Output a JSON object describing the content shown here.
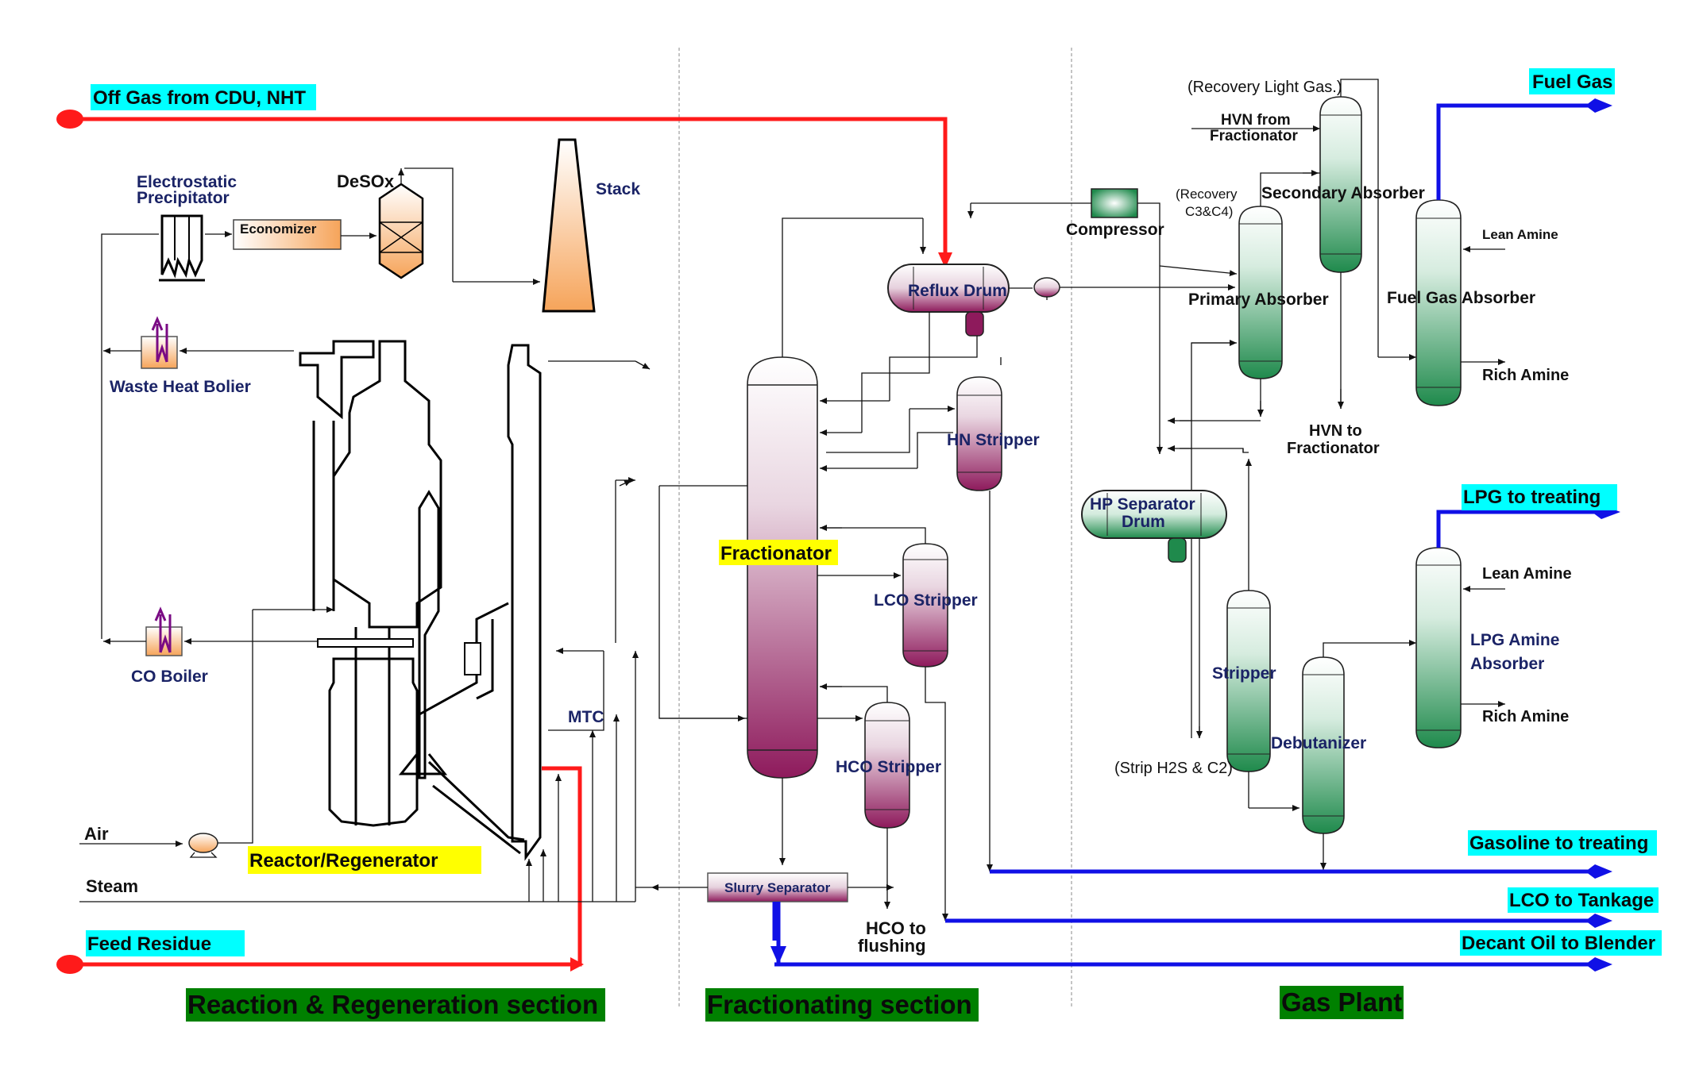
{
  "sections": {
    "reaction": "Reaction & Regeneration section",
    "fractionating": "Fractionating section",
    "gas_plant": "Gas Plant"
  },
  "colors": {
    "section_bg": "#008000",
    "tag_cyan": "#00ffff",
    "tag_yellow": "#ffff00",
    "feed_line": "#ff1a1a",
    "product_line": "#1010e6",
    "purple_vessel": "#8e1a5c",
    "green_vessel": "#1f8a4c",
    "orange_unit": "#f6a45a"
  },
  "feeds": {
    "off_gas": "Off Gas from CDU, NHT",
    "feed_residue": "Feed Residue",
    "air": "Air",
    "steam": "Steam"
  },
  "products": {
    "fuel_gas": "Fuel Gas",
    "lpg": "LPG to treating",
    "gasoline": "Gasoline to treating",
    "lco": "LCO to Tankage",
    "decant_oil": "Decant Oil to Blender"
  },
  "reaction_units": {
    "esp_line1": "Electrostatic",
    "esp_line2": "Precipitator",
    "economizer": "Economizer",
    "desox": "DeSOx",
    "stack": "Stack",
    "waste_heat": "Waste Heat Bolier",
    "co_boiler": "CO Boiler",
    "reactor_regen": "Reactor/Regenerator",
    "mtc": "MTC"
  },
  "fractionating_units": {
    "fractionator": "Fractionator",
    "reflux_drum": "Reflux Drum",
    "hn_stripper": "HN Stripper",
    "lco_stripper": "LCO Stripper",
    "hco_stripper": "HCO Stripper",
    "slurry_separator": "Slurry Separator",
    "hco_flushing_line1": "HCO to",
    "hco_flushing_line2": "flushing",
    "compressor": "Compressor"
  },
  "gas_plant_units": {
    "recovery_light_gas": "(Recovery Light Gas.)",
    "hvn_from_line1": "HVN from",
    "hvn_from_line2": "Fractionator",
    "recovery_c3c4_line1": "(Recovery",
    "recovery_c3c4_line2": "C3&C4)",
    "secondary_absorber": "Secondary Absorber",
    "primary_absorber": "Primary Absorber",
    "fuel_gas_absorber": "Fuel Gas Absorber",
    "lean_amine_top": "Lean Amine",
    "rich_amine_top": "Rich Amine",
    "hvn_to_line1": "HVN to",
    "hvn_to_line2": "Fractionator",
    "hp_separator_line1": "HP Separator",
    "hp_separator_line2": "Drum",
    "stripper": "Stripper",
    "debutanizer": "Debutanizer",
    "strip_h2s": "(Strip H2S & C2)",
    "lean_amine_lpg": "Lean Amine",
    "lpg_absorber_line1": "LPG Amine",
    "lpg_absorber_line2": "Absorber",
    "rich_amine_lpg": "Rich Amine"
  }
}
